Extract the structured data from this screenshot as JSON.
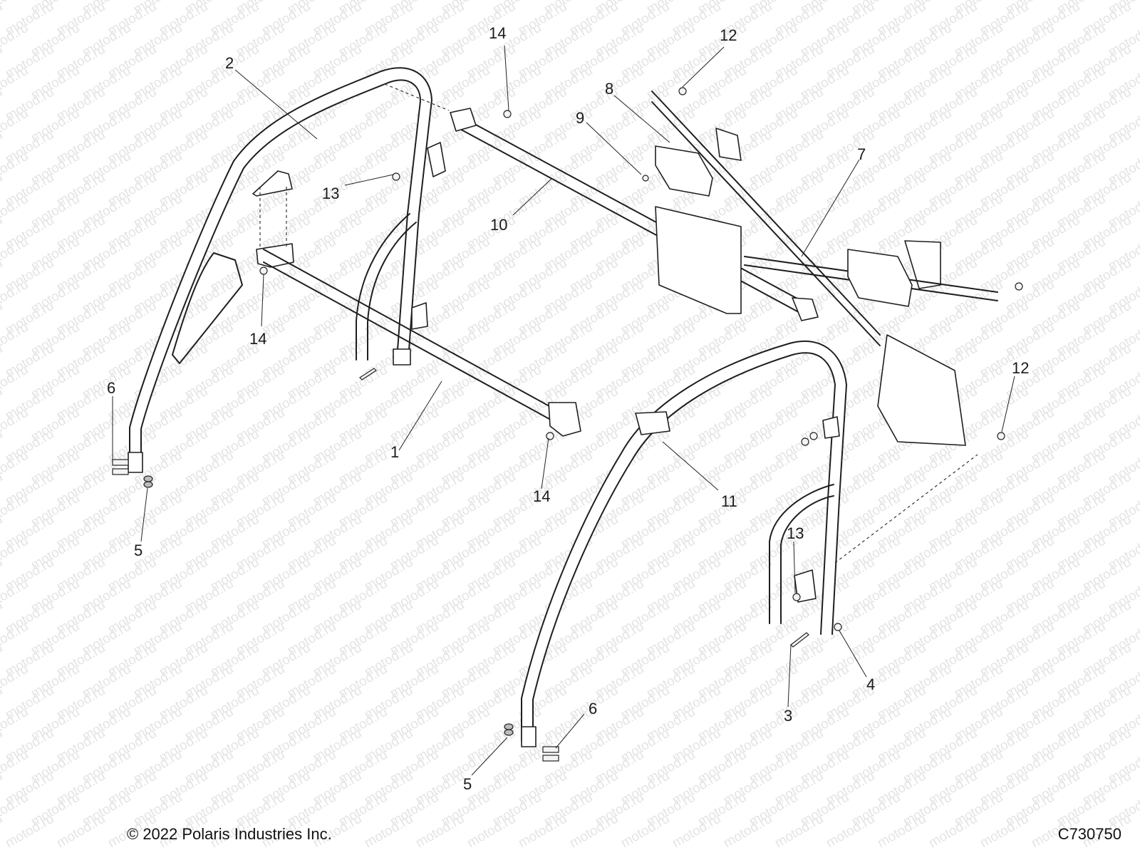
{
  "watermark": {
    "text": "motod.ru"
  },
  "parts": [
    {
      "id": "1",
      "label": "1"
    },
    {
      "id": "2",
      "label": "2"
    },
    {
      "id": "3",
      "label": "3"
    },
    {
      "id": "4",
      "label": "4"
    },
    {
      "id": "5",
      "label": "5"
    },
    {
      "id": "6",
      "label": "6"
    },
    {
      "id": "7",
      "label": "7"
    },
    {
      "id": "8",
      "label": "8"
    },
    {
      "id": "9",
      "label": "9"
    },
    {
      "id": "10",
      "label": "10"
    },
    {
      "id": "11",
      "label": "11"
    },
    {
      "id": "12",
      "label": "12"
    },
    {
      "id": "13",
      "label": "13"
    },
    {
      "id": "14",
      "label": "14"
    }
  ],
  "footer": {
    "copyright": "© 2022 Polaris Industries Inc.",
    "figure_code": "C730750"
  }
}
